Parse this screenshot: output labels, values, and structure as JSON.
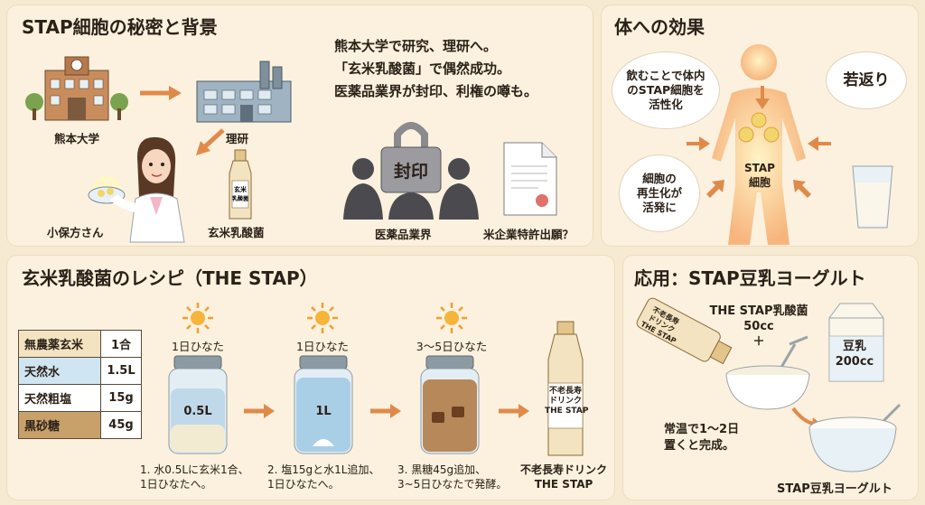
{
  "panel1": {
    "title": "STAP細胞の秘密と背景",
    "lines": [
      "熊本大学で研究、理研へ。",
      "「玄米乳酸菌」で偶然成功。",
      "医薬品業界が封印、利権の噂も。"
    ],
    "labels": {
      "kumamoto": "熊本大学",
      "riken": "理研",
      "obokata": "小保方さん",
      "bacteria": "玄米乳酸菌",
      "bottle_small": "玄米\n乳酸菌",
      "seal": "封印",
      "pharma": "医薬品業界",
      "patent": "米企業特許出願？"
    }
  },
  "panel2": {
    "title": "体への効果",
    "bubble1": "飲むことで体内\nのSTAP細胞を\n活性化",
    "bubble2": "若返り",
    "bubble3": "細胞の\n再生化が\n活発に",
    "body_label": "STAP\n細胞"
  },
  "panel3": {
    "title": "玄米乳酸菌のレシピ（THE STAP）",
    "ingredients": [
      {
        "name": "無農薬玄米",
        "amount": "1合",
        "color": "#f3e3c0"
      },
      {
        "name": "天然水",
        "amount": "1.5L",
        "color": "#cfe6f2"
      },
      {
        "name": "天然粗塩",
        "amount": "15g",
        "color": "#ffffff"
      },
      {
        "name": "黒砂糖",
        "amount": "45g",
        "color": "#c8a06a"
      }
    ],
    "steps": [
      {
        "sun": "1日ひなた",
        "jar": "0.5L",
        "desc": "1. 水0.5Lに玄米1合、\n1日ひなたへ。"
      },
      {
        "sun": "1日ひなた",
        "jar": "1L",
        "desc": "2. 塩15gと水1L追加、\n1日ひなたへ。"
      },
      {
        "sun": "3〜5日ひなた",
        "jar": "",
        "desc": "3. 黒糖45g追加、\n3~5日ひなたで発酵。"
      }
    ],
    "bottle_label": "不老長寿\nドリンク\nTHE STAP",
    "final": "不老長寿ドリンク\nTHE STAP"
  },
  "panel4": {
    "title": "応用：STAP豆乳ヨーグルト",
    "bottle_label": "不老長寿\nドリンク\nTHE STAP",
    "amount1": "THE STAP乳酸菌\n50cc\n＋",
    "carton": "豆乳\n200cc",
    "note": "常温で1〜2日\n置くと完成。",
    "final": "STAP豆乳ヨーグルト"
  }
}
